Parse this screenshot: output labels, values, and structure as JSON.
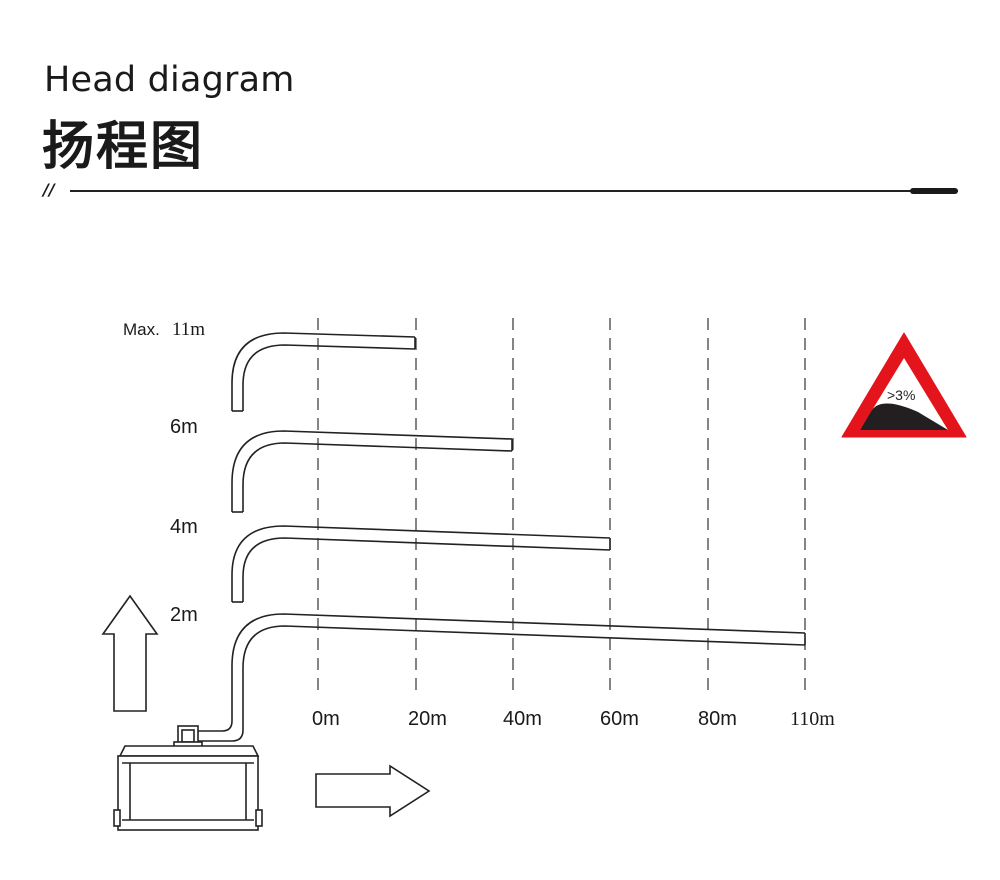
{
  "header": {
    "title_en": "Head diagram",
    "title_zh": "扬程图",
    "divider_mark": "//"
  },
  "heights": [
    {
      "prefix": "Max.",
      "label": "11m"
    },
    {
      "prefix": "",
      "label": "6m"
    },
    {
      "prefix": "",
      "label": "4m"
    },
    {
      "prefix": "",
      "label": "2m"
    }
  ],
  "distances": [
    "0m",
    "20m",
    "40m",
    "60m",
    "80m",
    "110m"
  ],
  "sign": {
    "text": ">3%",
    "border_color": "#e3141c",
    "fill_color": "#231f20"
  }
}
